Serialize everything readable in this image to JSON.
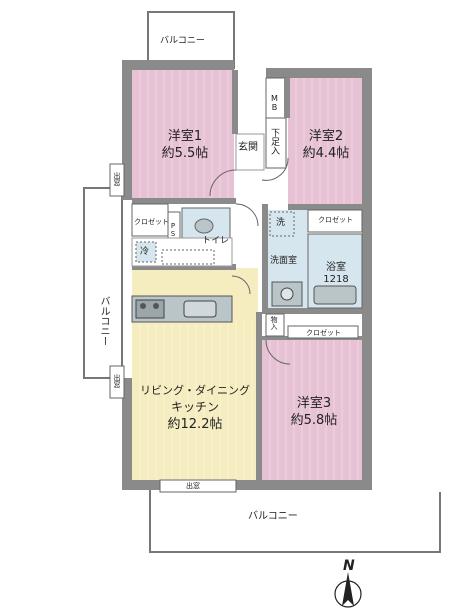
{
  "colors": {
    "bedroom": "#e7c1d4",
    "ldk": "#f5edc0",
    "wet": "#d6e6ee",
    "wall": "#8a8a8a",
    "fixture": "#b9c5c9"
  },
  "rooms": {
    "bedroom1": {
      "name": "洋室1",
      "size": "約5.5帖"
    },
    "bedroom2": {
      "name": "洋室2",
      "size": "約4.4帖"
    },
    "bedroom3": {
      "name": "洋室3",
      "size": "約5.8帖"
    },
    "ldk": {
      "line1": "リビング・ダイニング",
      "line2": "キッチン",
      "size": "約12.2帖"
    },
    "bath": {
      "name": "浴室",
      "size": "1218"
    }
  },
  "labels": {
    "balcony_top": "バルコニー",
    "balcony_left": "バルコニー",
    "balcony_bottom": "バルコニー",
    "entrance": "玄関",
    "shoe_box": "下足入",
    "mb": "MB",
    "closet_left": "クロゼット",
    "closet_right": "クロゼット",
    "closet_bottom": "クロゼット",
    "toilet": "トイレ",
    "ps": "PS",
    "fridge": "冷",
    "washer": "洗",
    "washroom": "洗面室",
    "storage": "物入",
    "bay_window_1": "出窓",
    "bay_window_2": "出窓",
    "bay_window_bottom": "出窓",
    "compass": "N"
  }
}
